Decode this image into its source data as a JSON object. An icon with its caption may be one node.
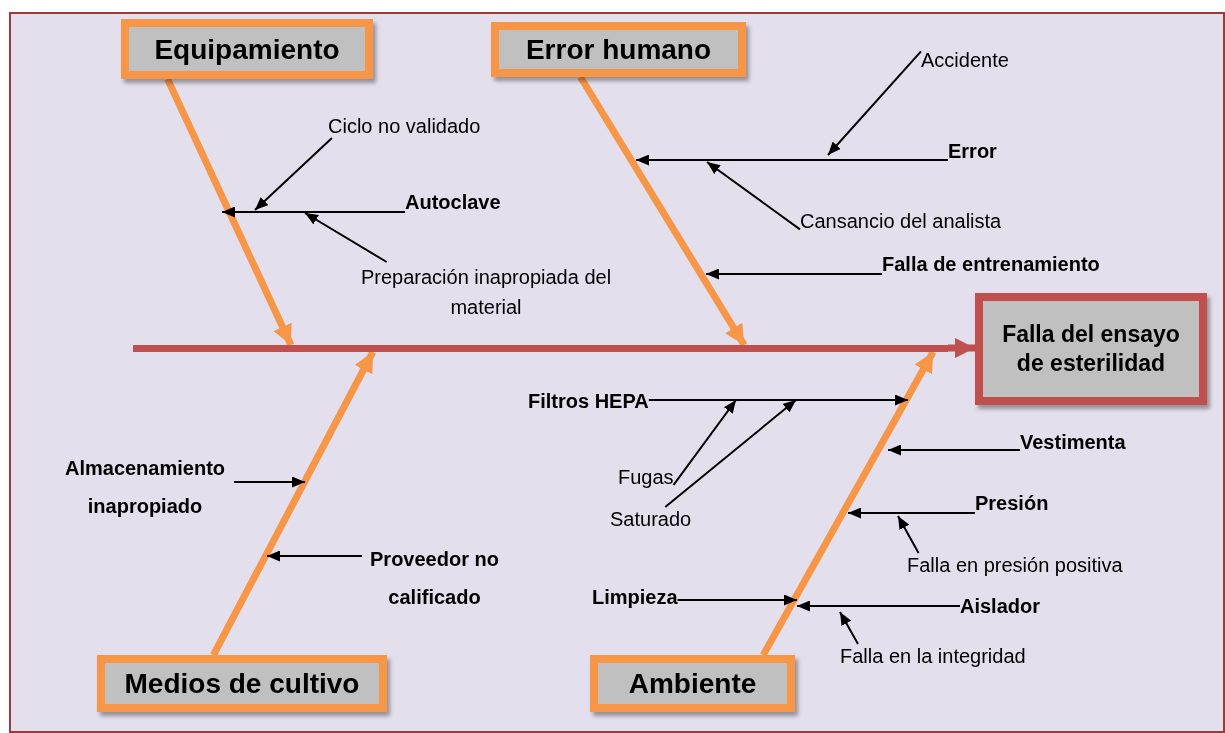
{
  "diagram": {
    "nodes": [
      {
        "text": [
          "Equipamiento"
        ]
      },
      {
        "text": [
          "Error humano"
        ]
      },
      {
        "text": [
          "Falla del ensayo de esterilidad"
        ]
      },
      {
        "text": [
          "Medios de cultivo"
        ]
      },
      {
        "text": [
          "Ambiente"
        ]
      },
      {
        "text": [
          "Accidente"
        ]
      },
      {
        "text": [
          "Ciclo no validado"
        ]
      },
      {
        "text": [
          "Error"
        ]
      },
      {
        "text": [
          "Autoclave"
        ]
      },
      {
        "text": [
          "Cansancio del analista"
        ]
      },
      {
        "text": [
          "Falla de entrenamiento"
        ]
      },
      {
        "text": [
          "Preparación inapropiada del material"
        ]
      },
      {
        "text": [
          "Filtros HEPA"
        ]
      },
      {
        "text": [
          "Vestimenta"
        ]
      },
      {
        "text": [
          "Almacenamiento inapropiado"
        ]
      },
      {
        "text": [
          "Fugas"
        ]
      },
      {
        "text": [
          "Presión"
        ]
      },
      {
        "text": [
          "Saturado"
        ]
      },
      {
        "text": [
          "Falla en presión positiva"
        ]
      },
      {
        "text": [
          "Proveedor no calificado"
        ]
      },
      {
        "text": [
          "Limpieza"
        ]
      },
      {
        "text": [
          "Aislador"
        ]
      },
      {
        "text": [
          "Falla en la integridad"
        ]
      },
      {
        "text": [],
        "shape": "bar"
      }
    ],
    "edges": [
      {
        "from": 0,
        "to": 23,
        "arrow": "to",
        "style": "thick",
        "color": "#f79646"
      },
      {
        "from": 1,
        "to": 23,
        "arrow": "to",
        "style": "thick",
        "color": "#f79646"
      },
      {
        "from": 3,
        "to": 23,
        "arrow": "to",
        "style": "thick",
        "color": "#f79646"
      },
      {
        "from": 4,
        "to": 23,
        "arrow": "to",
        "style": "thick",
        "color": "#f79646"
      },
      {
        "from": 23,
        "to": 2,
        "arrow": "to",
        "style": "thick",
        "color": "#c0504d"
      },
      {
        "from": 8,
        "to": null,
        "arrow": "to"
      },
      {
        "from": 6,
        "to": null,
        "arrow": "to"
      },
      {
        "from": 11,
        "to": null,
        "arrow": "to"
      },
      {
        "from": 7,
        "to": null,
        "arrow": "to"
      },
      {
        "from": 5,
        "to": null,
        "arrow": "to"
      },
      {
        "from": 9,
        "to": null,
        "arrow": "to"
      },
      {
        "from": 10,
        "to": null,
        "arrow": "to"
      },
      {
        "from": 14,
        "to": null,
        "arrow": "to"
      },
      {
        "from": 19,
        "to": null,
        "arrow": "to"
      },
      {
        "from": 12,
        "to": null,
        "arrow": "to"
      },
      {
        "from": 15,
        "to": null,
        "arrow": "to"
      },
      {
        "from": 17,
        "to": null,
        "arrow": "to"
      },
      {
        "from": 13,
        "to": null,
        "arrow": "to"
      },
      {
        "from": 16,
        "to": null,
        "arrow": "to"
      },
      {
        "from": 18,
        "to": null,
        "arrow": "to"
      },
      {
        "from": 20,
        "to": null,
        "arrow": "to"
      },
      {
        "from": 21,
        "to": null,
        "arrow": "to"
      },
      {
        "from": 22,
        "to": null,
        "arrow": "to"
      }
    ]
  }
}
